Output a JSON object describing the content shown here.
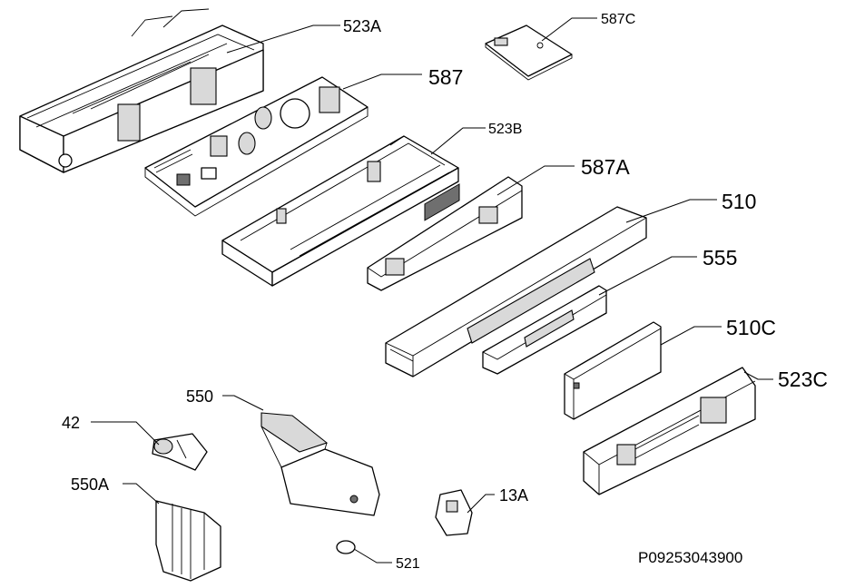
{
  "diagram": {
    "drawing_number": "P09253043900",
    "callouts": {
      "c523a": "523A",
      "c587c": "587C",
      "c587": "587",
      "c523b": "523B",
      "c587a": "587A",
      "c510": "510",
      "c555": "555",
      "c510c": "510C",
      "c523c": "523C",
      "c550": "550",
      "c42": "42",
      "c550a": "550A",
      "c13a": "13A",
      "c521": "521"
    }
  }
}
